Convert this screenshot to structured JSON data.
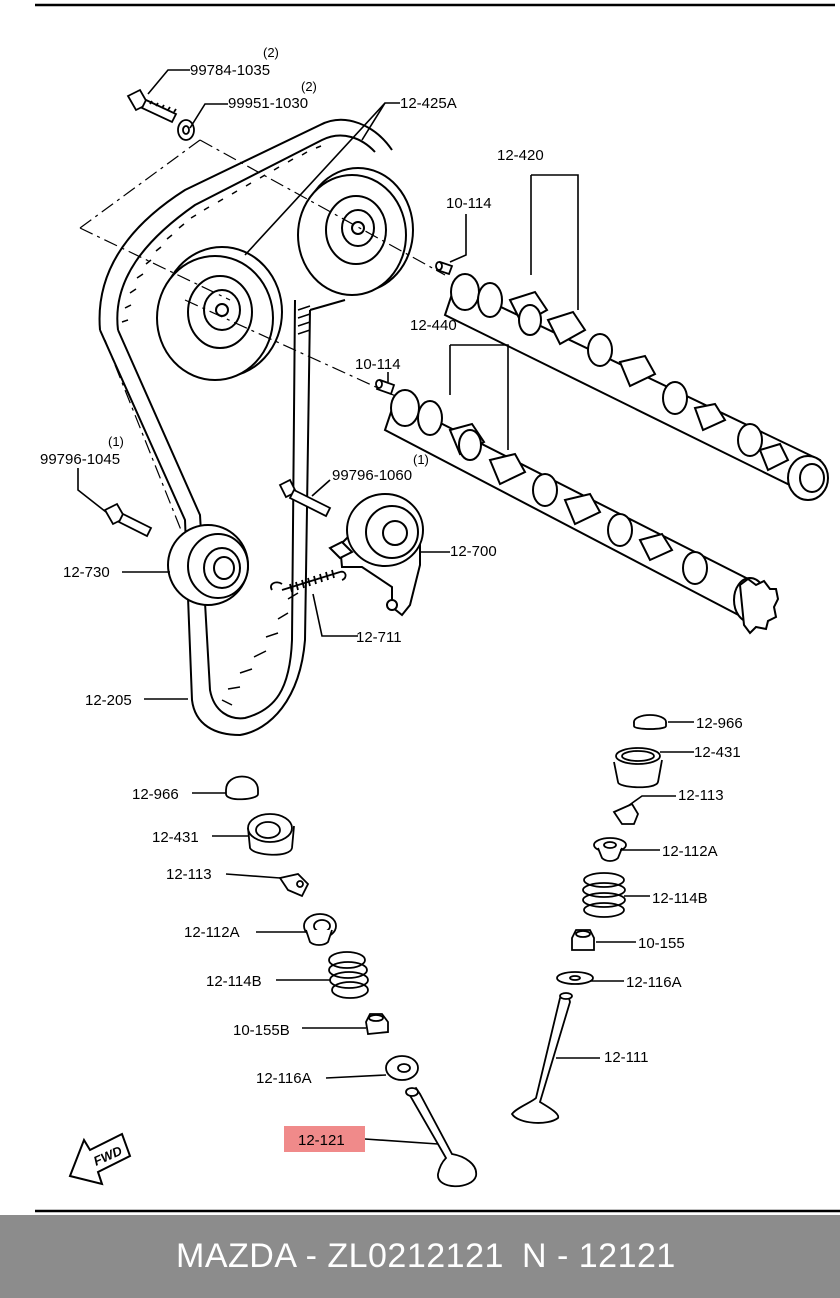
{
  "labels": {
    "bolt_top": "99784-1035",
    "bolt_top_qty": "(2)",
    "washer_top": "99951-1030",
    "washer_top_qty": "(2)",
    "pulley": "12-425A",
    "camshaft_upper": "12-420",
    "pin_upper": "10-114",
    "camshaft_lower": "12-440",
    "pin_lower": "10-114",
    "bolt_idler": "99796-1045",
    "bolt_idler_qty": "(1)",
    "bolt_tensioner": "99796-1060",
    "bolt_tensioner_qty": "(1)",
    "idler": "12-730",
    "tensioner": "12-700",
    "spring": "12-711",
    "belt": "12-205",
    "cap_right": "12-966",
    "tappet_right": "12-431",
    "keeper_right": "12-113",
    "retainer_right": "12-112A",
    "valve_spring_right": "12-114B",
    "seal_right": "10-155",
    "seat_right": "12-116A",
    "valve_right": "12-111",
    "cap_left": "12-966",
    "tappet_left": "12-431",
    "keeper_left": "12-113",
    "retainer_left": "12-112A",
    "valve_spring_left": "12-114B",
    "seal_left": "10-155B",
    "seat_left": "12-116A",
    "valve_left": "12-121",
    "fwd": "FWD"
  },
  "footer": {
    "brand_part": "MAZDA - ZL0212121",
    "ref": "N - 12121"
  },
  "colors": {
    "highlight": "#f08a8a",
    "footer_bg": "#8c8c8c",
    "footer_text": "#ffffff"
  }
}
